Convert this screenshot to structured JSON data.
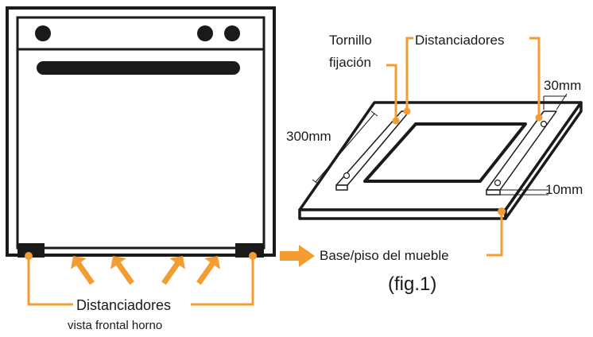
{
  "labels": {
    "tornillo_line1": "Tornillo",
    "tornillo_line2": "fijación",
    "distanciadores_top": "Distanciadores",
    "dim_30": "30mm",
    "dim_300": "300mm",
    "dim_10": "10mm",
    "base": "Base/piso del mueble",
    "fig": "(fig.1)",
    "distanciadores_bottom": "Distanciadores",
    "vista": "vista frontal horno"
  },
  "colors": {
    "accent": "#F39C32",
    "line": "#1a1a1a",
    "fill": "#ffffff"
  }
}
